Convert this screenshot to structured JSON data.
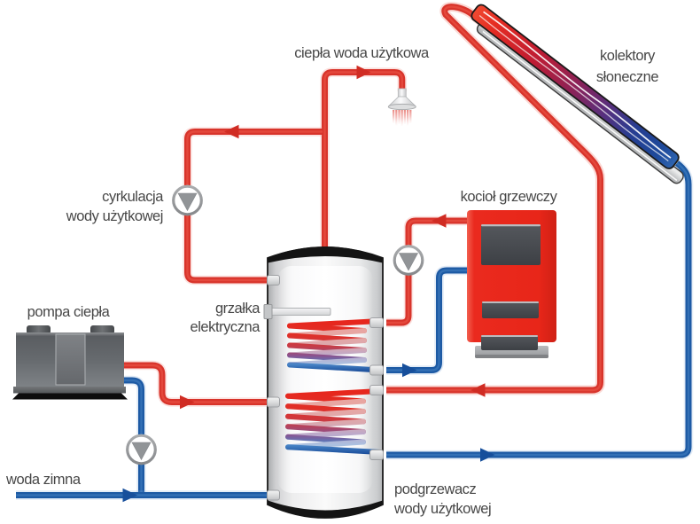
{
  "diagram": {
    "type": "heating-system-schematic",
    "language": "pl",
    "labels": {
      "hot_water": "ciepła woda użytkowa",
      "collectors_line1": "kolektory",
      "collectors_line2": "słoneczne",
      "circulation_line1": "cyrkulacja",
      "circulation_line2": "wody użytkowej",
      "boiler": "kocioł grzewczy",
      "heat_pump": "pompa ciepła",
      "heater_line1": "grzałka",
      "heater_line2": "elektryczna",
      "cold_water": "woda zimna",
      "tank_line1": "podgrzewacz",
      "tank_line2": "wody użytkowej"
    },
    "colors": {
      "background": "#ffffff",
      "hot_pipe": "#d8342b",
      "hot_pipe_highlight": "#ef5a4b",
      "hot_arrow": "#d02c23",
      "cold_pipe": "#1d5aa4",
      "cold_pipe_highlight": "#4a86c6",
      "cold_arrow": "#174f9b",
      "label_text": "#474747",
      "pump_body": "#919497",
      "boiler_red": "#e8271c",
      "device_grey": "#606368",
      "tank_outline": "#1a1a1a"
    },
    "components": [
      "kolektory słoneczne (solar collectors)",
      "podgrzewacz wody użytkowej (hot water tank with two coils)",
      "kocioł grzewczy (boiler)",
      "pompa ciepła (heat pump)",
      "grzałka elektryczna (electric heater)",
      "3 circulation pumps",
      "shower outlet"
    ]
  }
}
